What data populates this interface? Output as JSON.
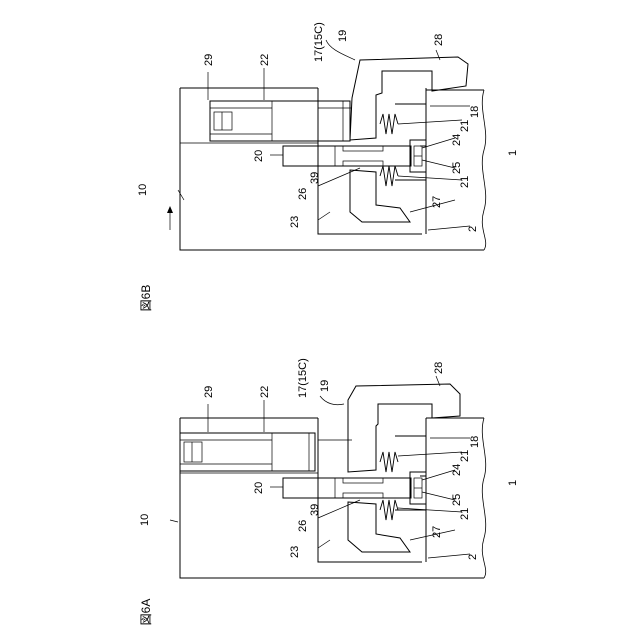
{
  "figures": [
    {
      "id": "6B",
      "caption": "図6B",
      "labels": {
        "l29": "29",
        "l22": "22",
        "l17": "17(15C)",
        "l19": "19",
        "l28": "28",
        "l18": "18",
        "l21a": "21",
        "l24": "24",
        "l20": "20",
        "l25": "25",
        "l26": "26",
        "l39": "39",
        "l21b": "21",
        "l10": "10",
        "l23": "23",
        "l27": "27",
        "l2": "2",
        "l1": "1"
      }
    },
    {
      "id": "6A",
      "caption": "図6A",
      "labels": {
        "l29": "29",
        "l22": "22",
        "l17": "17(15C)",
        "l19": "19",
        "l28": "28",
        "l18": "18",
        "l21a": "21",
        "l24": "24",
        "l20": "20",
        "l25": "25",
        "l26": "26",
        "l39": "39",
        "l21b": "21",
        "l10": "10",
        "l23": "23",
        "l27": "27",
        "l2": "2",
        "l1": "1"
      }
    }
  ]
}
